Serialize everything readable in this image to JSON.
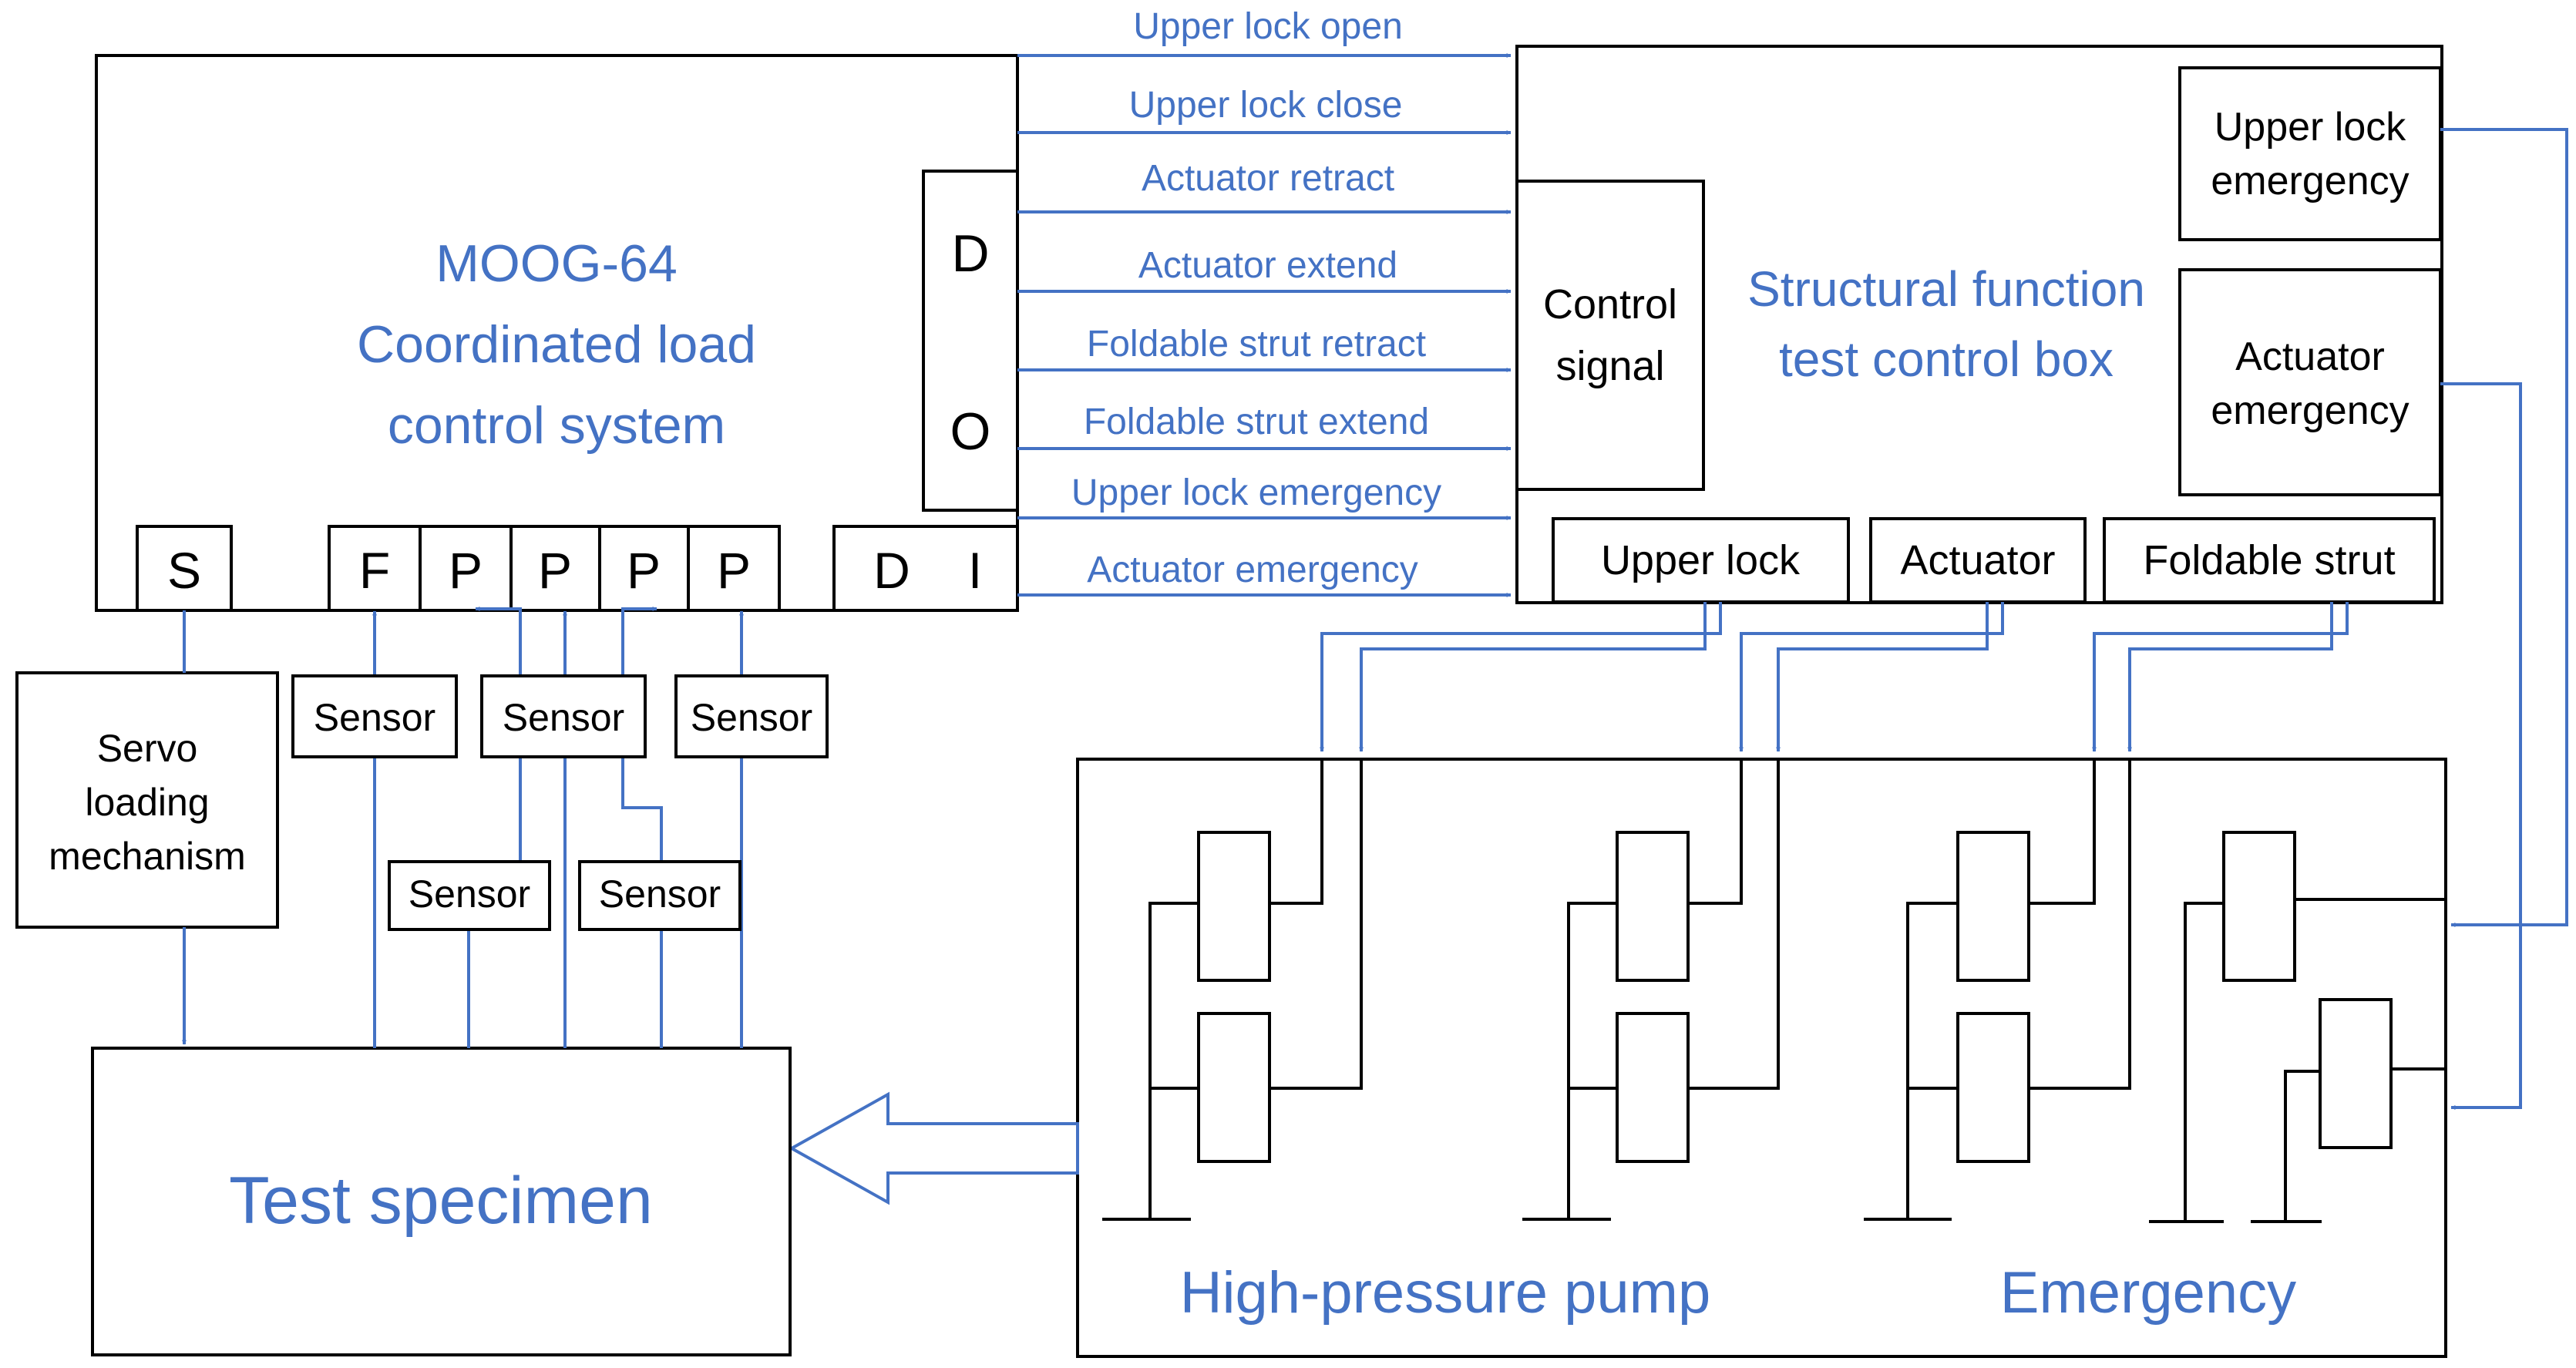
{
  "moog": {
    "line1": "MOOG-64",
    "line2": "Coordinated load",
    "line3": "control system"
  },
  "do": {
    "d": "D",
    "o": "O"
  },
  "ports": {
    "s": "S",
    "f": "F",
    "p": "P",
    "d": "D",
    "i": "I"
  },
  "signals": [
    "Upper lock open",
    "Upper lock close",
    "Actuator retract",
    "Actuator extend",
    "Foldable strut retract",
    "Foldable strut extend",
    "Upper lock emergency",
    "Actuator emergency"
  ],
  "control_box": {
    "line1": "Structural function",
    "line2": "test control box"
  },
  "control_signal": {
    "line1": "Control",
    "line2": "signal"
  },
  "upper_lock_emergency": {
    "line1": "Upper lock",
    "line2": "emergency"
  },
  "actuator_emergency": {
    "line1": "Actuator",
    "line2": "emergency"
  },
  "outputs": {
    "upper_lock": "Upper lock",
    "actuator": "Actuator",
    "foldable_strut": "Foldable strut"
  },
  "sensor": "Sensor",
  "servo": {
    "line1": "Servo",
    "line2": "loading",
    "line3": "mechanism"
  },
  "specimen": "Test specimen",
  "hydraulics": {
    "pump": "High-pressure pump",
    "emergency": "Emergency"
  },
  "colors": {
    "accent": "#4472c4",
    "line": "#000000"
  }
}
